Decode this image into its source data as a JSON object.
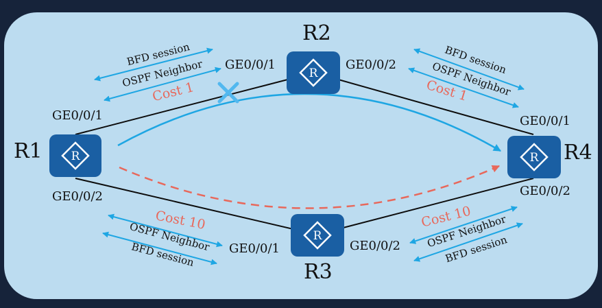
{
  "colors": {
    "frame": "#16233a",
    "panel": "#bcdcf0",
    "router_fill": "#1a5fa3",
    "link": "#0d0d0d",
    "text": "#111111",
    "cost": "#e8685b",
    "arrow": "#1ea6e3",
    "path_primary": "#1ea6e3",
    "path_backup": "#e8685b",
    "fail_mark": "#52b8ef"
  },
  "routers": {
    "r1": "R1",
    "r2": "R2",
    "r3": "R3",
    "r4": "R4"
  },
  "ports": {
    "r1_ge1": "GE0/0/1",
    "r1_ge2": "GE0/0/2",
    "r2_ge1": "GE0/0/1",
    "r2_ge2": "GE0/0/2",
    "r3_ge1": "GE0/0/1",
    "r3_ge2": "GE0/0/2",
    "r4_ge1": "GE0/0/1",
    "r4_ge2": "GE0/0/2"
  },
  "sessions": {
    "r1_r2_bfd": "BFD session",
    "r1_r2_ospf": "OSPF Neighbor",
    "r2_r4_bfd": "BFD session",
    "r2_r4_ospf": "OSPF Neighbor",
    "r1_r3_ospf": "OSPF Neighbor",
    "r1_r3_bfd": "BFD session",
    "r3_r4_ospf": "OSPF Neighbor",
    "r3_r4_bfd": "BFD session"
  },
  "costs": {
    "r1_r2": "Cost 1",
    "r2_r4": "Cost 1",
    "r1_r3": "Cost 10",
    "r3_r4": "Cost 10"
  },
  "icons": {
    "router": "router-icon",
    "failure": "link-failure-x-icon"
  }
}
